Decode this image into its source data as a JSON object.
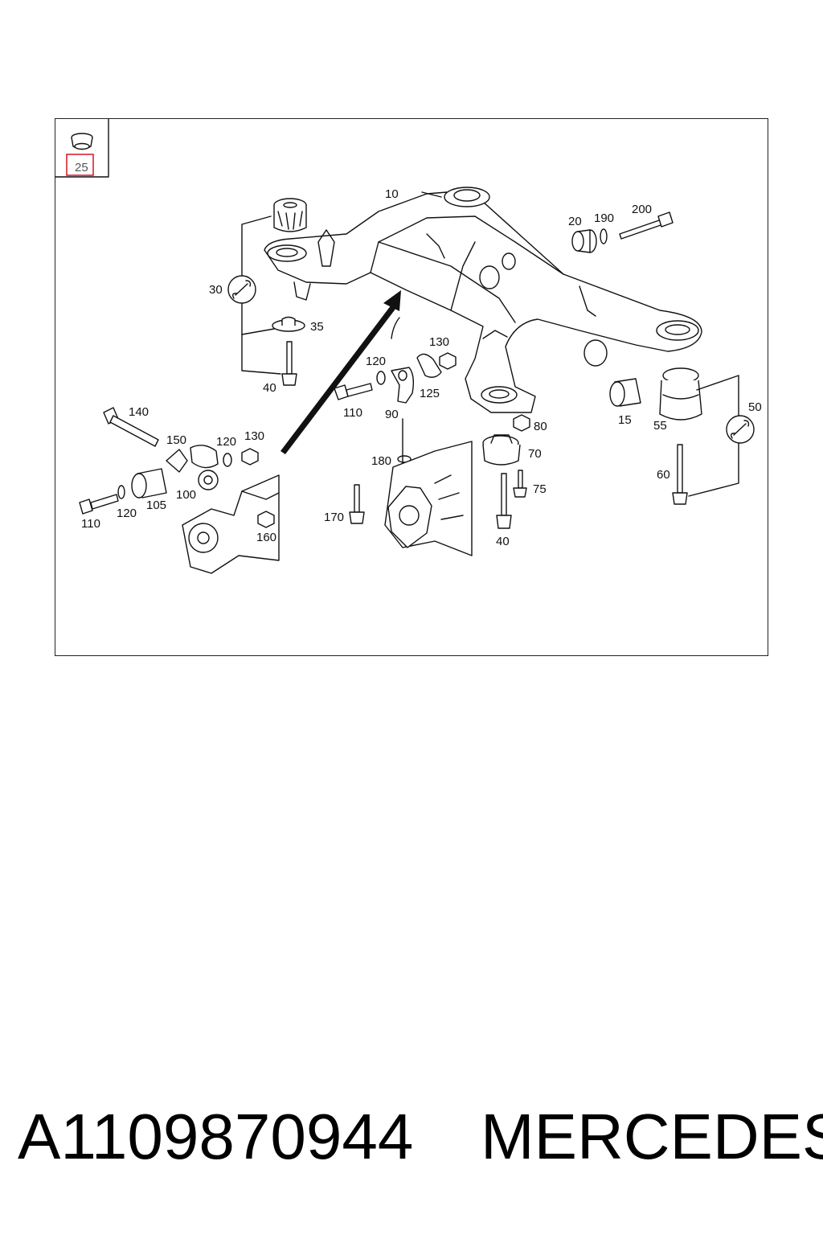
{
  "diagram": {
    "callouts": {
      "c25": "25",
      "c10": "10",
      "c20": "20",
      "c190": "190",
      "c200": "200",
      "c30": "30",
      "c35": "35",
      "c40a": "40",
      "c130a": "130",
      "c120a": "120",
      "c125": "125",
      "c110a": "110",
      "c90": "90",
      "c15": "15",
      "c55": "55",
      "c50": "50",
      "c140": "140",
      "c150": "150",
      "c120b": "120",
      "c130b": "130",
      "c80": "80",
      "c70": "70",
      "c180": "180",
      "c75": "75",
      "c60": "60",
      "c100": "100",
      "c105": "105",
      "c120c": "120",
      "c110b": "110",
      "c160": "160",
      "c170": "170",
      "c40b": "40"
    },
    "highlight_color": "#d9232e",
    "line_color": "#111111"
  },
  "caption": {
    "part_number": "A1109870944",
    "brand": "MERCEDES"
  }
}
